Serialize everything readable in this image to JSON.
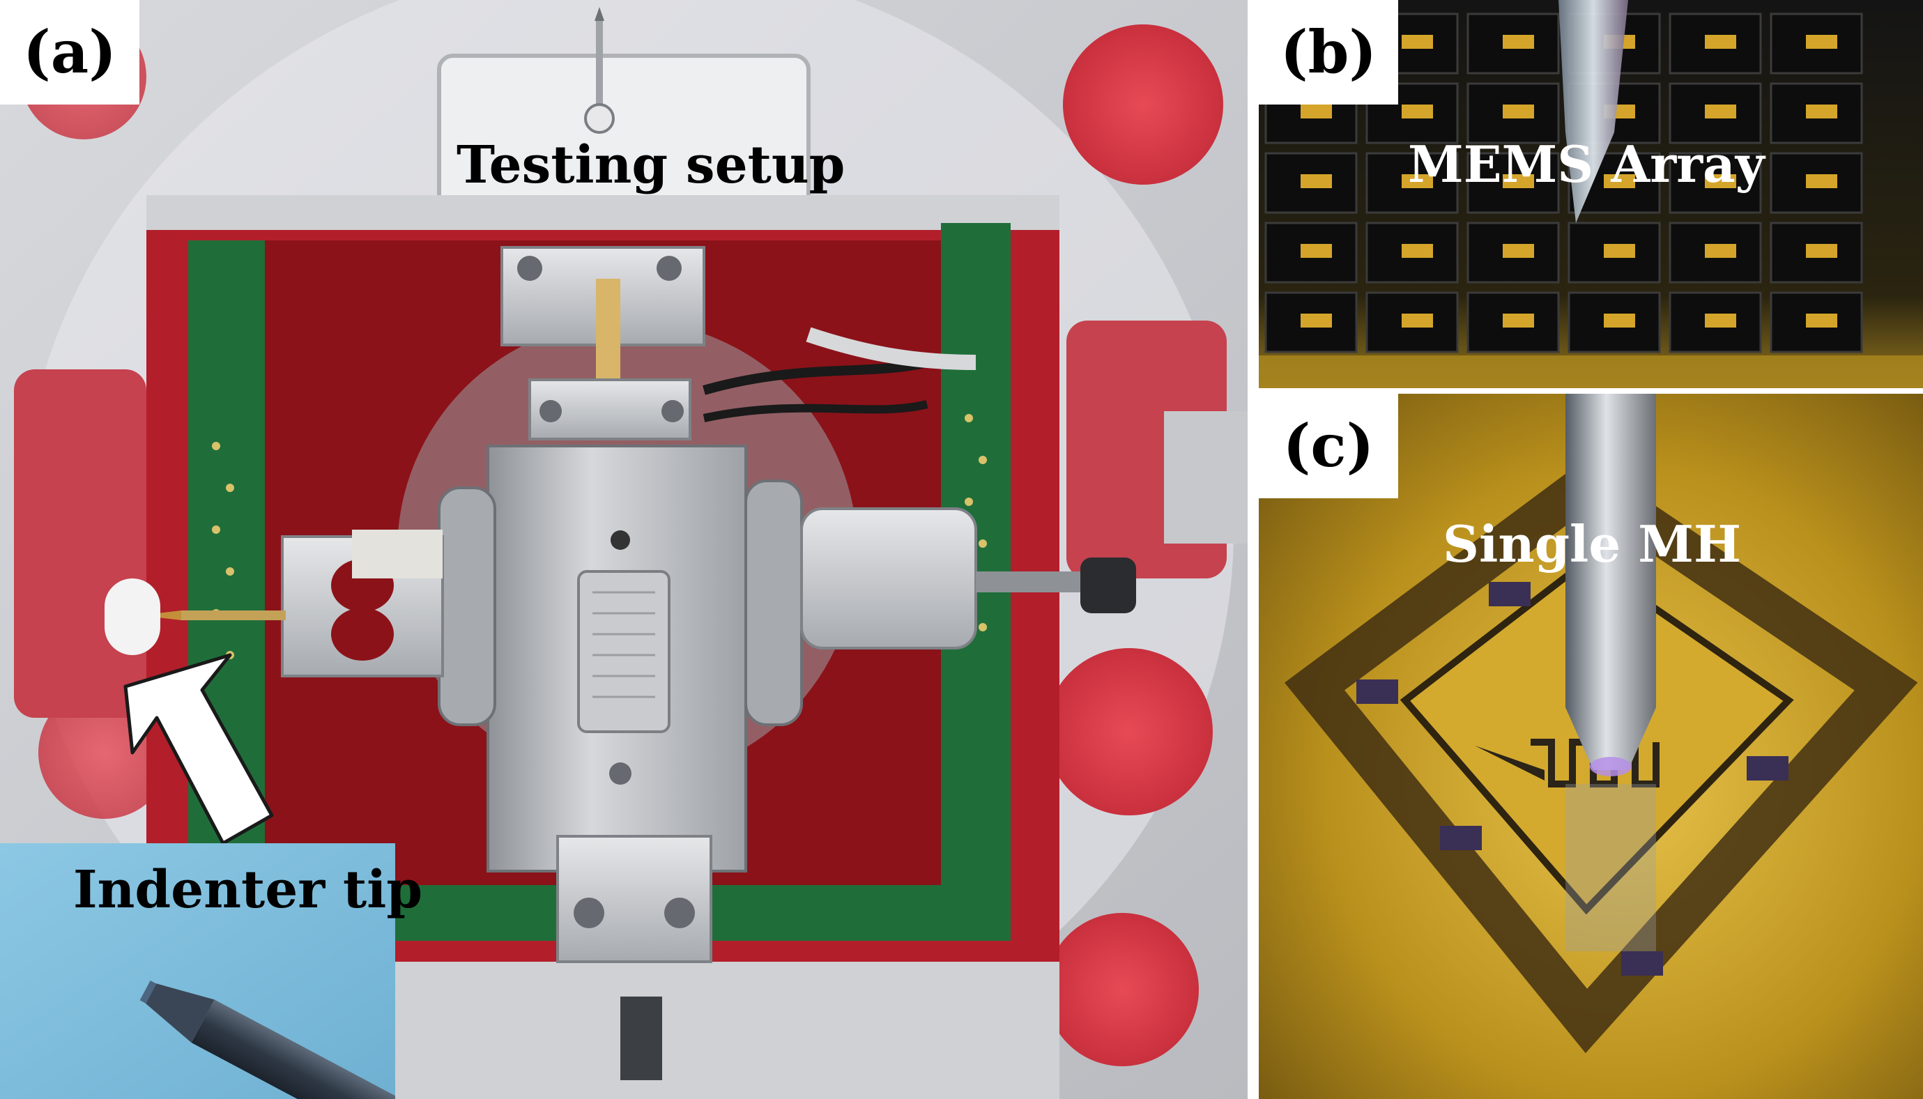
{
  "figure": {
    "panels": [
      {
        "id": "a",
        "tag": "(a)",
        "caption": "Testing setup",
        "inset_caption": "Indenter tip"
      },
      {
        "id": "b",
        "tag": "(b)",
        "caption": "MEMS Array"
      },
      {
        "id": "c",
        "tag": "(c)",
        "caption": "Single MH"
      }
    ],
    "colors": {
      "instrument_red": "#b21f2a",
      "pcb_green": "#1f6e3a",
      "aluminum": "#b9bcc0",
      "gold": "#c89a18",
      "inset_blue": "#8cc8e4"
    }
  }
}
